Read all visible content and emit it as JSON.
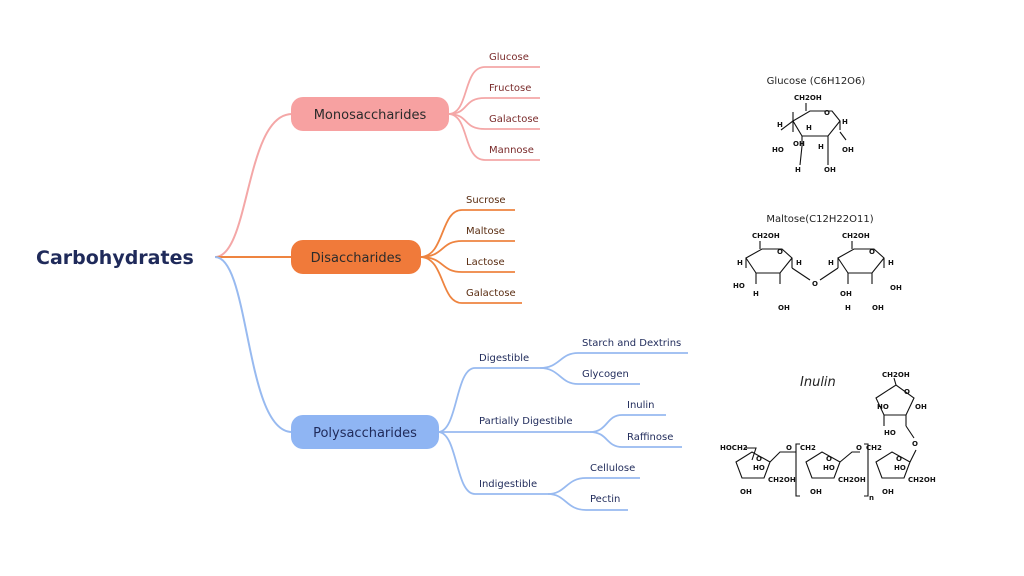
{
  "root": {
    "label": "Carbohydrates"
  },
  "colors": {
    "mono_pill": "#f7a1a1",
    "mono_line": "#f4a7a7",
    "di_pill": "#f07a3a",
    "di_line": "#ee8440",
    "poly_pill": "#8fb5f3",
    "poly_line": "#98baf0"
  },
  "branches": {
    "mono": {
      "label": "Monosaccharides",
      "items": [
        "Glucose",
        "Fructose",
        "Galactose",
        "Mannose"
      ]
    },
    "di": {
      "label": "Disaccharides",
      "items": [
        "Sucrose",
        "Maltose",
        "Lactose",
        "Galactose"
      ]
    },
    "poly": {
      "label": "Polysaccharides",
      "groups": [
        {
          "label": "Digestible",
          "items": [
            "Starch and Dextrins",
            "Glycogen"
          ]
        },
        {
          "label": "Partially Digestible",
          "items": [
            "Inulin",
            "Raffinose"
          ]
        },
        {
          "label": "Indigestible",
          "items": [
            "Cellulose",
            "Pectin"
          ]
        }
      ]
    }
  },
  "structures": {
    "glucose": {
      "title": "Glucose (C6H12O6)",
      "atoms": {
        "ch2oh": "CH2OH",
        "o": "O",
        "h": "H",
        "oh": "OH",
        "ho": "HO"
      }
    },
    "maltose": {
      "title": "Maltose(C12H22O11)",
      "atoms": {
        "ch2oh": "CH2OH",
        "o": "O",
        "h": "H",
        "oh": "OH",
        "ho": "HO"
      }
    },
    "inulin": {
      "title": "Inulin",
      "atoms": {
        "ch2oh": "CH2OH",
        "hoch2": "HOCH2",
        "ch2": "CH2",
        "o": "O",
        "oh": "OH",
        "ho": "HO",
        "n": "n"
      }
    }
  }
}
